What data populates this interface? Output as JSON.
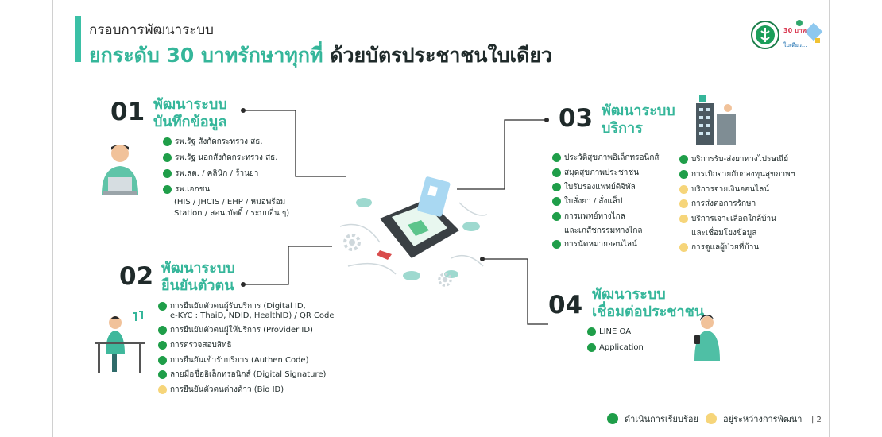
{
  "header": {
    "subtitle": "กรอบการพัฒนาระบบ",
    "title_highlight": "ยกระดับ 30 บาทรักษาทุกที่",
    "title_rest": " ด้วยบัตรประชาชนใบเดียว"
  },
  "logos": {
    "ministry": "ministry-seal",
    "campaign_a": "30 บาท",
    "campaign_b": "ใบเดียว..."
  },
  "colors": {
    "accent": "#35b69a",
    "done": "#1f9e49",
    "in_progress": "#f6d57a"
  },
  "sections": [
    {
      "number": "01",
      "title_line1": "พัฒนาระบบ",
      "title_line2": "บันทึกข้อมูล",
      "items": [
        {
          "text": "รพ.รัฐ สังกัดกระทรวง สธ.",
          "status": "done"
        },
        {
          "text": "รพ.รัฐ นอกสังกัดกระทรวง สธ.",
          "status": "done"
        },
        {
          "text": "รพ.สต. / คลินิก / ร้านยา",
          "status": "done"
        },
        {
          "text": "รพ.เอกชน",
          "status": "done"
        }
      ],
      "note_line1": "(HIS / JHCIS / EHP / หมอพร้อม",
      "note_line2": "Station / สอน.บัตดี้ / ระบบอื่น ๆ)"
    },
    {
      "number": "02",
      "title_line1": "พัฒนาระบบ",
      "title_line2": "ยืนยันตัวตน",
      "items": [
        {
          "text": "การยืนยันตัวตนผู้รับบริการ (Digital ID,",
          "status": "done"
        },
        {
          "text": "e-KYC : ThaiD, NDID, HealthID) / QR Code",
          "status": "none"
        },
        {
          "text": "การยืนยันตัวตนผู้ให้บริการ (Provider ID)",
          "status": "done"
        },
        {
          "text": "การตรวจสอบสิทธิ",
          "status": "done"
        },
        {
          "text": "การยืนยันเข้ารับบริการ (Authen Code)",
          "status": "done"
        },
        {
          "text": "ลายมือชื่ออิเล็กทรอนิกส์ (Digital Signature)",
          "status": "done"
        },
        {
          "text": "การยืนยันตัวตนต่างด้าว (Bio ID)",
          "status": "progress"
        }
      ]
    },
    {
      "number": "03",
      "title_line1": "พัฒนาระบบ",
      "title_line2": "บริการ",
      "items_left": [
        {
          "text": "ประวัติสุขภาพอิเล็กทรอนิกส์",
          "status": "done"
        },
        {
          "text": "สมุดสุขภาพประชาชน",
          "status": "done"
        },
        {
          "text": "ใบรับรองแพทย์ดิจิทัล",
          "status": "done"
        },
        {
          "text": "ใบสั่งยา / สั่งแล็ป",
          "status": "done"
        },
        {
          "text": "การแพทย์ทางไกล",
          "status": "done"
        },
        {
          "text": "และเภสัชกรรมทางไกล",
          "status": "none"
        },
        {
          "text": "การนัดหมายออนไลน์",
          "status": "done"
        }
      ],
      "items_right": [
        {
          "text": "บริการรับ-ส่งยาทางไปรษณีย์",
          "status": "done"
        },
        {
          "text": "การเบิกจ่ายกับกองทุนสุขภาพฯ",
          "status": "done"
        },
        {
          "text": "บริการจ่ายเงินออนไลน์",
          "status": "progress"
        },
        {
          "text": "การส่งต่อการรักษา",
          "status": "progress"
        },
        {
          "text": "บริการเจาะเลือดใกล้บ้าน",
          "status": "progress"
        },
        {
          "text": "และเชื่อมโยงข้อมูล",
          "status": "none"
        },
        {
          "text": "การดูแลผู้ป่วยที่บ้าน",
          "status": "progress"
        }
      ]
    },
    {
      "number": "04",
      "title_line1": "พัฒนาระบบ",
      "title_line2": "เชื่อมต่อประชาชน",
      "items": [
        {
          "text": "LINE OA",
          "status": "done"
        },
        {
          "text": "Application",
          "status": "done"
        }
      ]
    }
  ],
  "legend": {
    "done_label": "ดำเนินการเรียบร้อย",
    "progress_label": "อยู่ระหว่างการพัฒนา"
  },
  "page_number": "| 2",
  "icons": [
    "person-laptop-icon",
    "person-desk-icon",
    "hospital-building-icon",
    "person-phone-icon",
    "card-reader-icon",
    "gear-icon",
    "cloud-icon"
  ]
}
